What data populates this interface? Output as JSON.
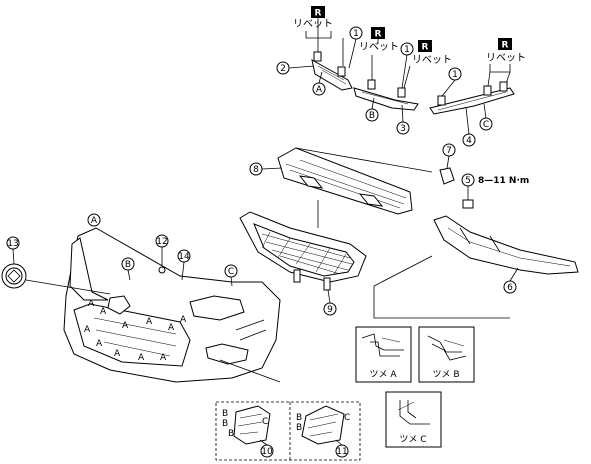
{
  "callouts": {
    "c1": "1",
    "c2": "2",
    "c3": "3",
    "c4": "4",
    "c5": "5",
    "c6": "6",
    "c7": "7",
    "c8": "8",
    "c9": "9",
    "c10": "10",
    "c11": "11",
    "c12": "12",
    "c13": "13",
    "c14": "14"
  },
  "letters": {
    "a": "A",
    "b": "B",
    "c": "C"
  },
  "rivet_label": "リベット",
  "r_badge": "R",
  "torque": "8—11 N·m",
  "clip_labels": {
    "a": "ツメ A",
    "b": "ツメ B",
    "c": "ツメ C"
  }
}
